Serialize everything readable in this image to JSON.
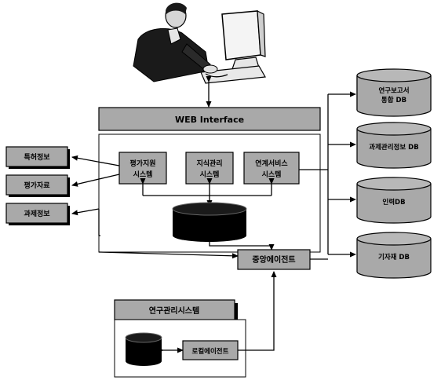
{
  "web_interface": {
    "label": "WEB Interface"
  },
  "left_boxes": [
    {
      "label": "특허정보"
    },
    {
      "label": "평가자료"
    },
    {
      "label": "과제정보"
    }
  ],
  "center_systems": [
    {
      "line1": "평가지원",
      "line2": "시스템"
    },
    {
      "line1": "지식관리",
      "line2": "시스템"
    },
    {
      "line1": "연계서비스",
      "line2": "시스템"
    }
  ],
  "central_agent": {
    "label": "중앙에이전트"
  },
  "right_dbs": [
    {
      "line1": "연구보고서",
      "line2": "통합 DB"
    },
    {
      "line1": "과제관리정보 DB",
      "line2": ""
    },
    {
      "line1": "인력DB",
      "line2": ""
    },
    {
      "line1": "기자재 DB",
      "line2": ""
    }
  ],
  "research_system": {
    "title": "연구관리시스템",
    "agent_label": "로컬에이전트"
  }
}
